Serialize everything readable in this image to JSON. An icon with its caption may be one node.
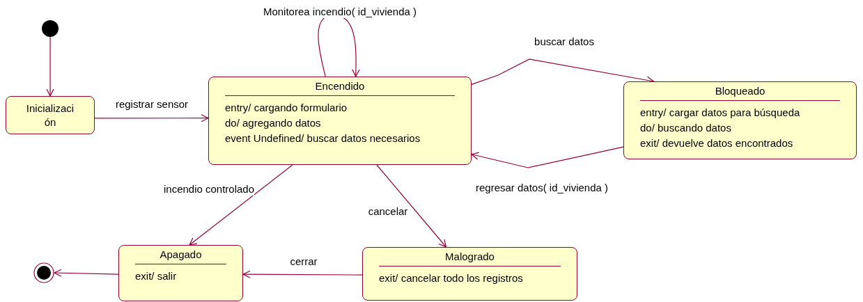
{
  "diagram": {
    "nodes": [
      {
        "text": [],
        "shape": "circle"
      },
      {
        "text": [
          "Inicialización"
        ]
      },
      {
        "text": [
          "Encendido",
          "entry/ cargando formulario",
          "do/ agregando datos",
          "event Undefined/ buscar datos necesarios"
        ]
      },
      {
        "text": [
          "Bloqueado",
          "entry/ cargar datos para búsqueda",
          "do/ buscando datos",
          "exit/ devuelve datos encontrados"
        ]
      },
      {
        "text": [
          "Apagado",
          "exit/ salir"
        ]
      },
      {
        "text": [
          "Malogrado",
          "exit/ cancelar todo los registros"
        ]
      },
      {
        "text": [],
        "shape": "circle"
      }
    ],
    "edges": [
      {
        "from": 0,
        "to": 1,
        "arrow": "to"
      },
      {
        "from": 1,
        "to": 2,
        "arrow": "to",
        "label": "registrar sensor"
      },
      {
        "from": 2,
        "to": 2,
        "arrow": "to",
        "label": "Monitorea incendio( id_vivienda )"
      },
      {
        "from": 2,
        "to": 3,
        "arrow": "to",
        "label": "buscar datos"
      },
      {
        "from": 3,
        "to": 2,
        "arrow": "to",
        "label": "regresar datos( id_vivienda )"
      },
      {
        "from": 2,
        "to": 4,
        "arrow": "to",
        "label": "incendio controlado"
      },
      {
        "from": 2,
        "to": 5,
        "arrow": "to",
        "label": "cancelar"
      },
      {
        "from": 5,
        "to": 4,
        "arrow": "to",
        "label": "cerrar"
      },
      {
        "from": 4,
        "to": 6,
        "arrow": "to"
      }
    ]
  }
}
